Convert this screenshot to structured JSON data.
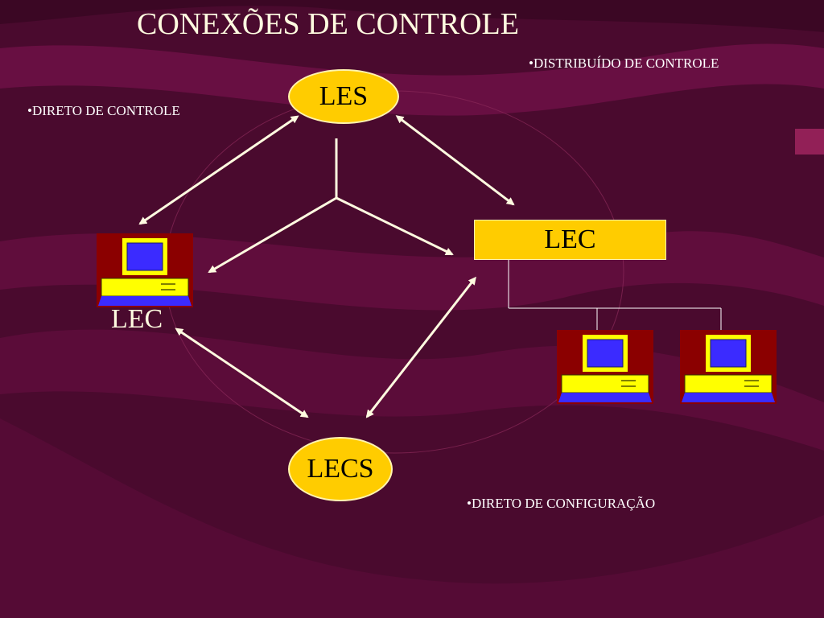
{
  "slide": {
    "title": "CONEXÕES DE CONTROLE",
    "bullets": {
      "direto_controle": "•DIRETO DE CONTROLE",
      "distribuido_controle": "•DISTRIBUÍDO DE CONTROLE",
      "direto_configuracao": "•DIRETO DE CONFIGURAÇÃO"
    },
    "nodes": {
      "les": "LES",
      "lec_right": "LEC",
      "lec_left": "LEC",
      "lecs": "LECS"
    }
  },
  "colors": {
    "background": "#4a0a2e",
    "node_fill": "#ffcc00",
    "arrow": "#fffbe0",
    "computer_screen": "#3b2bff",
    "computer_body": "#ffff00",
    "computer_panel": "#8b0000"
  },
  "icons": [
    "computer-icon"
  ]
}
